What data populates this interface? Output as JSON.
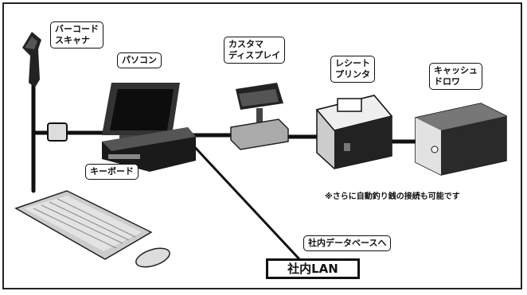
{
  "labels": {
    "barcode_scanner": "バーコード\nスキャナ",
    "pc": "パソコン",
    "customer_display": "カスタマ\nディスプレイ",
    "receipt_printer": "レシート\nプリンタ",
    "cash_drawer": "キャッシュ\nドロワ",
    "keyboard": "キーボード",
    "database": "社内データベースへ",
    "lan": "社内LAN"
  },
  "note": "※さらに自動釣り銭の接続も可能です"
}
